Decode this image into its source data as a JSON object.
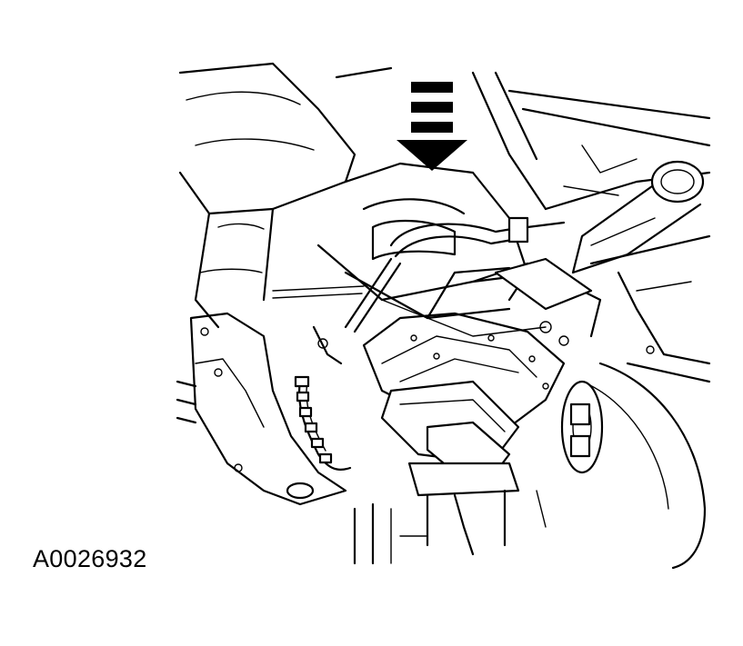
{
  "figure": {
    "id_label": "A0026932",
    "illustration": "transmission-lowering-line-art",
    "arrow_icon": "down-arrow-icon",
    "arrow_direction": "down",
    "colors": {
      "ink": "#000000",
      "paper": "#ffffff"
    }
  }
}
